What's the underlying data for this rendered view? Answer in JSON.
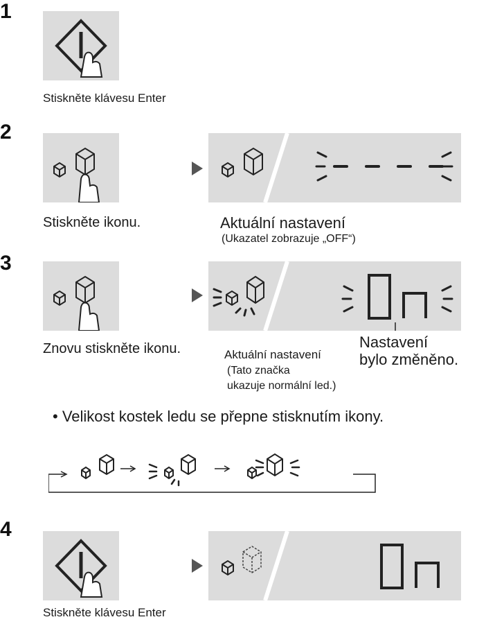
{
  "steps": [
    {
      "number": "1",
      "caption": "Stiskněte klávesu Enter"
    },
    {
      "number": "2",
      "caption": "Stiskněte ikonu.",
      "result": "Aktuální nastavení",
      "result_note": "(Ukazatel zobrazuje „OFF“)"
    },
    {
      "number": "3",
      "caption": "Znovu stiskněte ikonu.",
      "result": "Aktuální nastavení",
      "result_note_line1": "(Tato značka",
      "result_note_line2": "ukazuje normální led.)",
      "changed_line1": "Nastavení",
      "changed_line2": "bylo změněno."
    },
    {
      "number": "4",
      "caption": "Stiskněte klávesu Enter"
    }
  ],
  "note": "• Velikost kostek ledu se přepne stisknutím ikony.",
  "icons": {
    "enter": "enter-key-icon",
    "ice": "ice-cube-icon",
    "hand": "finger-press-icon"
  },
  "colors": {
    "panel": "#dcdcdc",
    "arrow": "#555555"
  }
}
